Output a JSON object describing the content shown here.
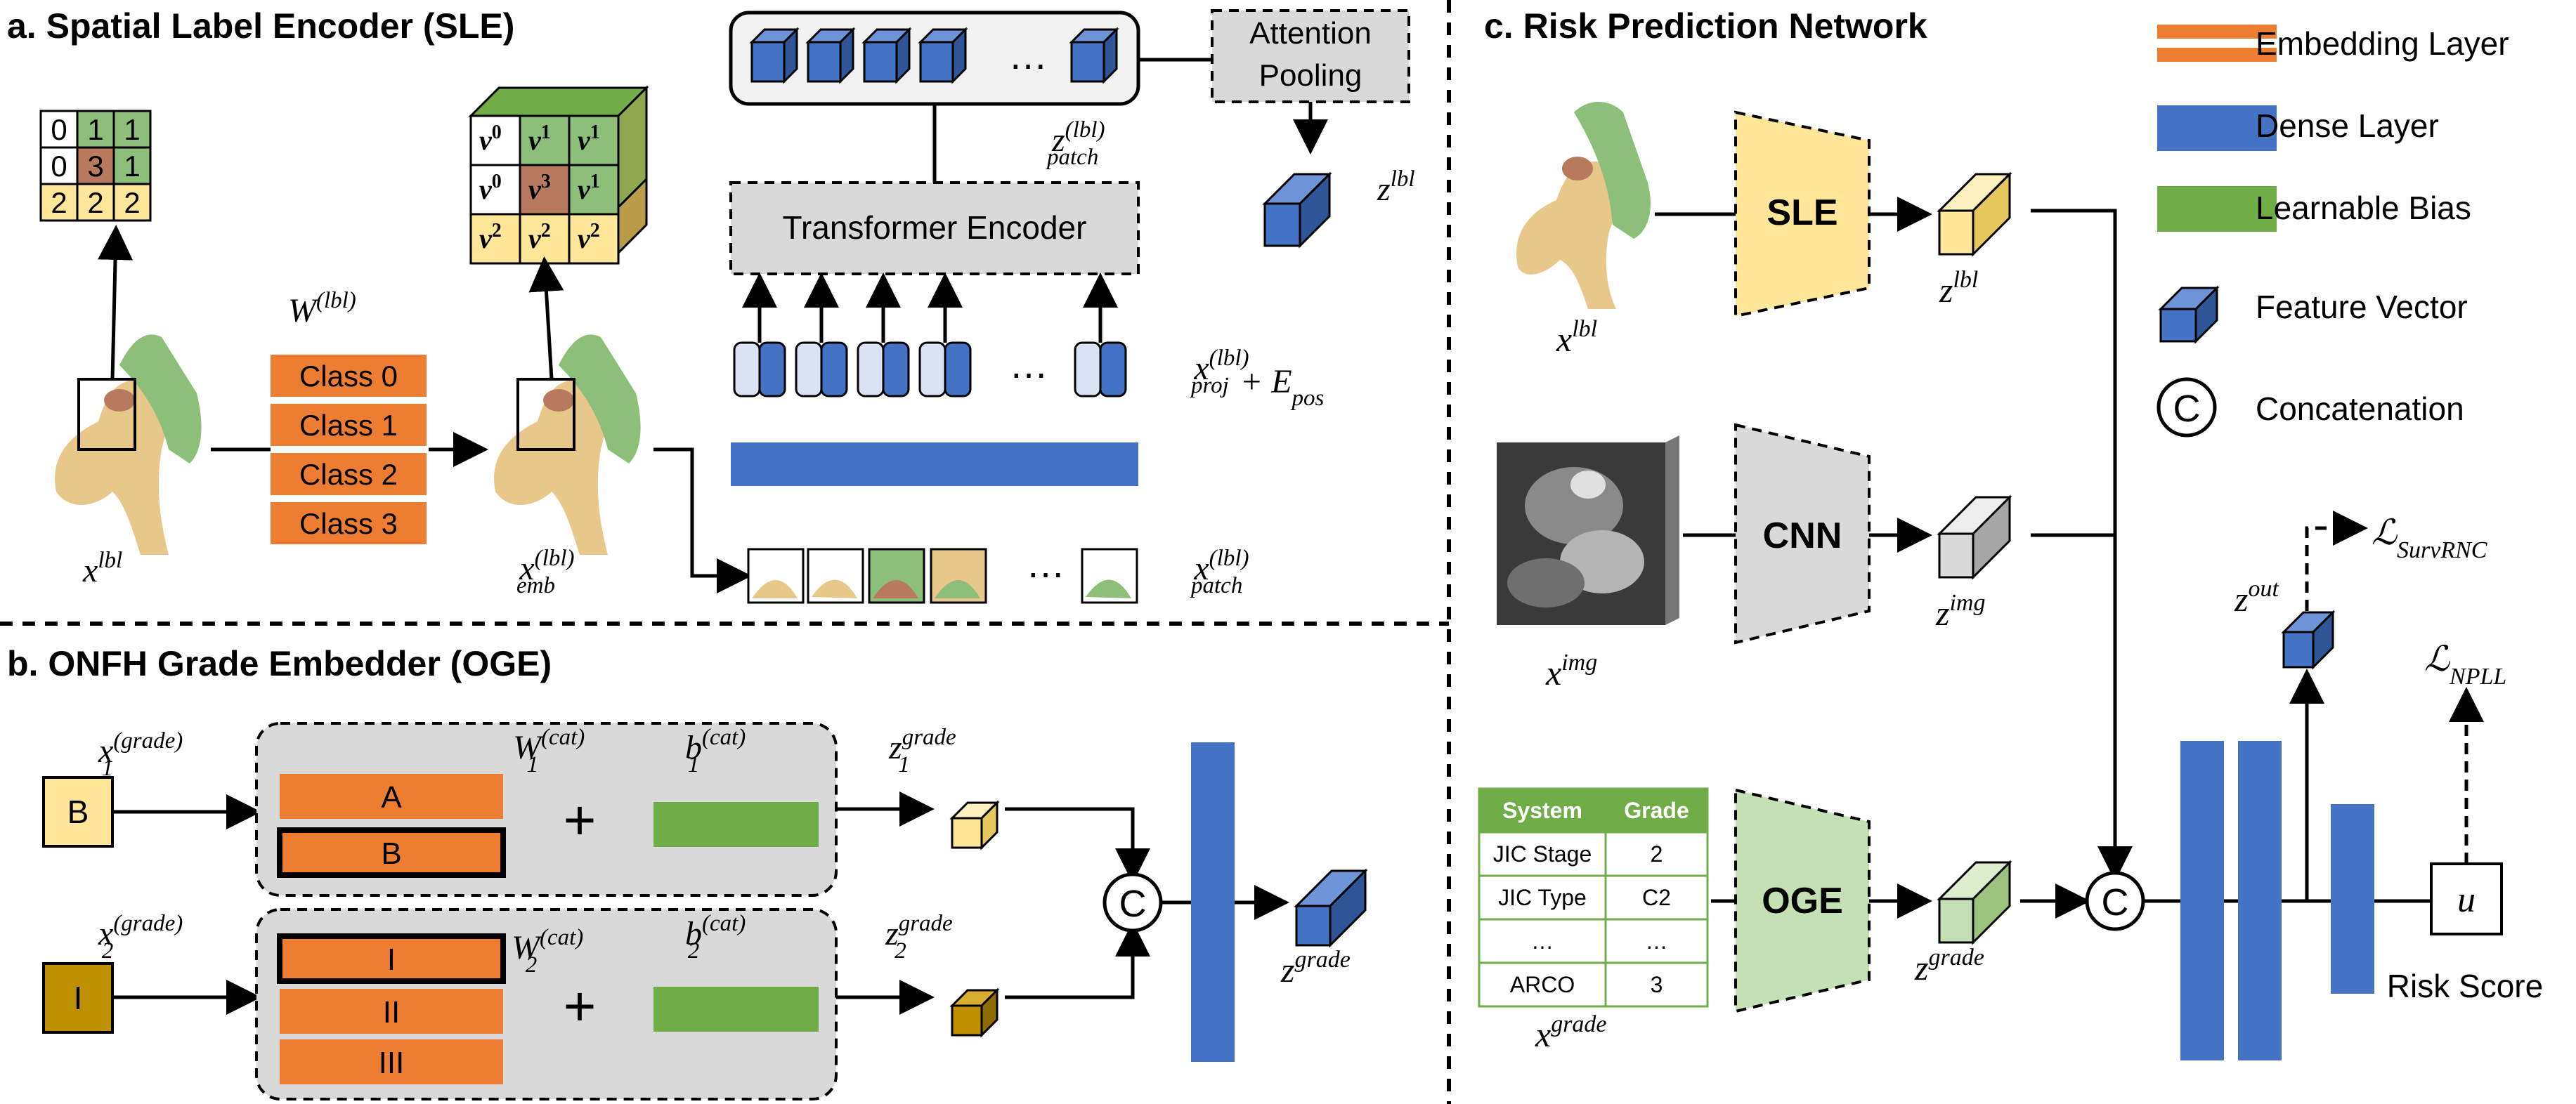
{
  "sections": {
    "a_title": "a. Spatial Label Encoder (SLE)",
    "b_title": "b. ONFH Grade Embedder (OGE)",
    "c_title": "c. Risk Prediction Network"
  },
  "sle": {
    "grid_values": [
      [
        "0",
        "1",
        "1"
      ],
      [
        "0",
        "3",
        "1"
      ],
      [
        "2",
        "2",
        "2"
      ]
    ],
    "emb_grid": [
      [
        "v",
        "0"
      ],
      [
        "v",
        "1"
      ],
      [
        "v",
        "1"
      ],
      [
        "v",
        "0"
      ],
      [
        "v",
        "3"
      ],
      [
        "v",
        "1"
      ],
      [
        "v",
        "2"
      ],
      [
        "v",
        "2"
      ],
      [
        "v",
        "2"
      ]
    ],
    "weight_label": {
      "base": "W",
      "sup": "(lbl)"
    },
    "classes": [
      "Class 0",
      "Class 1",
      "Class 2",
      "Class 3"
    ],
    "x_lbl": {
      "base": "x",
      "sup": "lbl"
    },
    "x_emb": {
      "base": "x",
      "sup": "(lbl)",
      "sub": "emb"
    },
    "transformer_label": "Transformer Encoder",
    "attention_pooling": [
      "Attention",
      "Pooling"
    ],
    "z_patch": {
      "base": "z",
      "sup": "(lbl)",
      "sub": "patch"
    },
    "z_lbl": {
      "base": "z",
      "sup": "lbl"
    },
    "x_proj": {
      "base": "x",
      "sup": "(lbl)",
      "sub": "proj",
      "tail": "+ E",
      "tail_sub": "pos"
    },
    "x_patch": {
      "base": "x",
      "sup": "(lbl)",
      "sub": "patch"
    },
    "ellipsis": "…"
  },
  "oge": {
    "x1": {
      "base": "x",
      "sub": "1",
      "sup": "(grade)"
    },
    "x2": {
      "base": "x",
      "sub": "2",
      "sup": "(grade)"
    },
    "input1": "B",
    "input2": "I",
    "emb1": [
      "A",
      "B"
    ],
    "emb2": [
      "I",
      "II",
      "III"
    ],
    "w1": {
      "base": "W",
      "sub": "1",
      "sup": "(cat)"
    },
    "w2": {
      "base": "W",
      "sub": "2",
      "sup": "(cat)"
    },
    "b1": {
      "base": "b",
      "sub": "1",
      "sup": "(cat)"
    },
    "b2": {
      "base": "b",
      "sub": "2",
      "sup": "(cat)"
    },
    "plus": "+",
    "z1": {
      "base": "z",
      "sub": "1",
      "sup": "grade"
    },
    "z2": {
      "base": "z",
      "sub": "2",
      "sup": "grade"
    },
    "z_grade": {
      "base": "z",
      "sup": "grade"
    },
    "concat_symbol": "C"
  },
  "risk": {
    "sle_label": "SLE",
    "cnn_label": "CNN",
    "oge_label": "OGE",
    "x_lbl": {
      "base": "x",
      "sup": "lbl"
    },
    "x_img": {
      "base": "x",
      "sup": "img"
    },
    "x_grade": {
      "base": "x",
      "sup": "grade"
    },
    "z_lbl": {
      "base": "z",
      "sup": "lbl"
    },
    "z_img": {
      "base": "z",
      "sup": "img"
    },
    "z_grade": {
      "base": "z",
      "sup": "grade"
    },
    "z_out": {
      "base": "z",
      "sup": "out"
    },
    "loss_surv": {
      "base": "ℒ",
      "sub": "SurvRNC"
    },
    "loss_npll": {
      "base": "ℒ",
      "sub": "NPLL"
    },
    "u_label": "u",
    "risk_score": "Risk Score",
    "concat_symbol": "C",
    "table": {
      "headers": [
        "System",
        "Grade"
      ],
      "rows": [
        [
          "JIC Stage",
          "2"
        ],
        [
          "JIC Type",
          "C2"
        ],
        [
          "…",
          "…"
        ],
        [
          "ARCO",
          "3"
        ]
      ]
    }
  },
  "legend": {
    "embedding": "Embedding Layer",
    "dense": "Dense Layer",
    "bias": "Learnable Bias",
    "feature": "Feature Vector",
    "concat": "Concatenation",
    "concat_symbol": "C"
  },
  "colors": {
    "orange": "#ED7D31",
    "blue": "#4472C4",
    "green": "#70AD47",
    "light_yellow": "#FFE699",
    "light_green": "#C5E0B4",
    "gray_box": "#D9D9D9",
    "bone": "#E8C88A",
    "green_tissue": "#8DBF7A",
    "brown": "#B77A5E",
    "dark_gold": "#BF9000",
    "light_blue": "#DAE3F3"
  }
}
